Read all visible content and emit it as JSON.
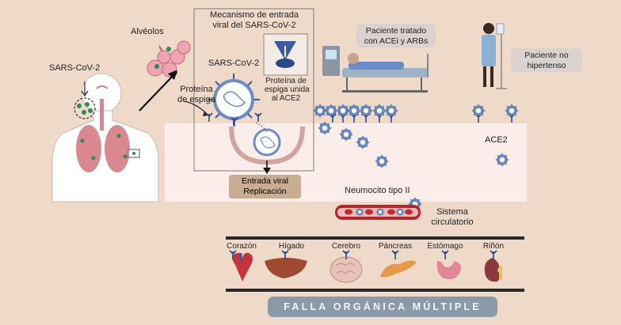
{
  "labels": {
    "sars_left": "SARS-CoV-2",
    "alveolos": "Alvéolos",
    "mech_title_1": "Mecanismo de entrada",
    "mech_title_2": "viral del SARS-CoV-2",
    "sars_mech": "SARS-CoV-2",
    "proteina_1": "Proteína",
    "proteina_2": "de espiga",
    "spike_1": "Proteína de",
    "spike_2": "espiga unida",
    "spike_3": "al ACE2",
    "entrada_1": "Entrada viral",
    "entrada_2": "Replicación",
    "treated_1": "Paciente tratado",
    "treated_2": "con ACEi y ARBs",
    "nonhyp_1": "Paciente no",
    "nonhyp_2": "hipertenso",
    "ace2": "ACE2",
    "neumocito": "Neumocito tipo II",
    "sistema_1": "Sistema",
    "sistema_2": "circulatorio"
  },
  "organs": [
    "Corazón",
    "Hígado",
    "Cerebro",
    "Páncreas",
    "Estómago",
    "Riñón"
  ],
  "banner": "FALLA ORGÁNICA MÚLTIPLE",
  "colors": {
    "background": "#efd9c8",
    "tissue": "#fbeeea",
    "virus": "#3b5b9c",
    "receptor": "#2c4a84",
    "vessel": "#b5262c",
    "banner": "#8a9aa9"
  }
}
